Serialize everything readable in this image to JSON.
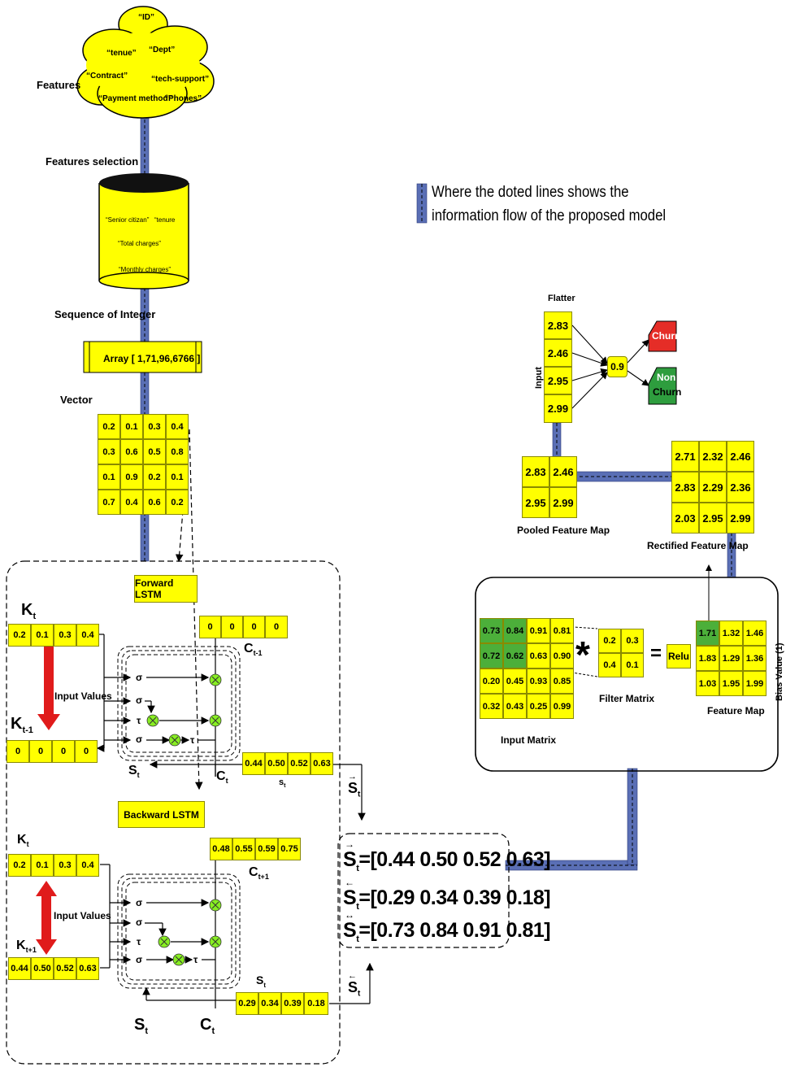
{
  "features": {
    "label": "Features",
    "cloud_items": [
      "“ID”",
      "“tenue”",
      "“Dept”",
      "“Contract”",
      "“tech-support”",
      "“Payment method”",
      "“Phones”"
    ],
    "selection_label": "Features selection"
  },
  "database": {
    "items": [
      "“Senior citizan”",
      "“tenure",
      "“Total charges”",
      "“Monthly charges”"
    ]
  },
  "sequence": {
    "label": "Sequence of Integer",
    "array_text": "Array [ 1,71,96,6766 ]"
  },
  "vector": {
    "label": "Vector",
    "rows": [
      [
        "0.2",
        "0.1",
        "0.3",
        "0.4"
      ],
      [
        "0.3",
        "0.6",
        "0.5",
        "0.8"
      ],
      [
        "0.1",
        "0.9",
        "0.2",
        "0.1"
      ],
      [
        "0.7",
        "0.4",
        "0.6",
        "0.2"
      ]
    ]
  },
  "legend": {
    "line1": "Where the doted lines shows the",
    "line2": "information flow of the proposed model",
    "color": "#5a6fb5"
  },
  "forward": {
    "title": "Forward  LSTM",
    "k_label": "K",
    "k_sub": "t",
    "k_values": [
      "0.2",
      "0.1",
      "0.3",
      "0.4"
    ],
    "km1_label": "K",
    "km1_sub": "t-1",
    "km1_values": [
      "0",
      "0",
      "0",
      "0"
    ],
    "input_values_label": "Input Values",
    "c_values": [
      "0",
      "0",
      "0",
      "0"
    ],
    "c_label": "C",
    "c_sub": "t-1",
    "s_values": [
      "0.44",
      "0.50",
      "0.52",
      "0.63"
    ],
    "s_small": "s",
    "s_small_sub": "t",
    "st_label": "S",
    "st_sub": "t",
    "ct_label": "C",
    "ct_sub": "t",
    "ops": [
      "σ",
      "σ",
      "τ",
      "σ",
      "τ"
    ]
  },
  "backward": {
    "title": "Backward  LSTM",
    "k_label": "K",
    "k_sub": "t",
    "k_values": [
      "0.2",
      "0.1",
      "0.3",
      "0.4"
    ],
    "kp1_label": "K",
    "kp1_sub": "t+1",
    "kp1_values": [
      "0.44",
      "0.50",
      "0.52",
      "0.63"
    ],
    "input_values_label": "Input Values",
    "c_values": [
      "0.48",
      "0.55",
      "0.59",
      "0.75"
    ],
    "c_label": "C",
    "c_sub": "t+1",
    "s_values": [
      "0.29",
      "0.34",
      "0.39",
      "0.18"
    ],
    "s_label": "S",
    "s_sub": "t",
    "st_label": "S",
    "st_sub": "t",
    "ct_label": "C",
    "ct_sub": "t",
    "ops": [
      "σ",
      "σ",
      "τ",
      "σ",
      "τ"
    ]
  },
  "combined": {
    "forward_arrow_label": "S",
    "forward_arrow_sub": "t",
    "backward_arrow_label": "S",
    "backward_arrow_sub": "t",
    "rows": [
      {
        "prefix": "S",
        "sub": "t",
        "values": "=[0.44 0.50 0.52 0.63]"
      },
      {
        "prefix": "S",
        "sub": "t",
        "values": "=[0.29 0.34 0.39 0.18]"
      },
      {
        "prefix": "S",
        "sub": "t",
        "values": "=[0.73 0.84 0.91 0.81]"
      }
    ]
  },
  "cnn": {
    "input_matrix_label": "Input Matrix",
    "input_matrix": [
      [
        "0.73",
        "0.84",
        "0.91",
        "0.81"
      ],
      [
        "0.72",
        "0.62",
        "0.63",
        "0.90"
      ],
      [
        "0.20",
        "0.45",
        "0.93",
        "0.85"
      ],
      [
        "0.32",
        "0.43",
        "0.25",
        "0.99"
      ]
    ],
    "filter_label": "Filter Matrix",
    "filter_matrix": [
      [
        "0.2",
        "0.3"
      ],
      [
        "0.4",
        "0.1"
      ]
    ],
    "star": "*",
    "equals": "=",
    "relu": "Relu",
    "feature_map_label": "Feature Map",
    "feature_map": [
      [
        "1.71",
        "1.32",
        "1.46"
      ],
      [
        "1.83",
        "1.29",
        "1.36"
      ],
      [
        "1.03",
        "1.95",
        "1.99"
      ]
    ],
    "bias_label": "Bias Value (1)"
  },
  "rectified": {
    "label": "Rectified Feature Map",
    "values": [
      [
        "2.71",
        "2.32",
        "2.46"
      ],
      [
        "2.83",
        "2.29",
        "2.36"
      ],
      [
        "2.03",
        "2.95",
        "2.99"
      ]
    ]
  },
  "pooled": {
    "label": "Pooled Feature Map",
    "values": [
      [
        "2.83",
        "2.46"
      ],
      [
        "2.95",
        "2.99"
      ]
    ]
  },
  "flatten": {
    "title": "Flatter",
    "input_label": "Input",
    "values": [
      "2.83",
      "2.46",
      "2.95",
      "2.99"
    ],
    "output": "0.9",
    "churn": "Churn",
    "non_churn_1": "Non",
    "non_churn_2": "Churn",
    "churn_color": "#e52d27",
    "non_churn_color": "#2e9d3e"
  }
}
